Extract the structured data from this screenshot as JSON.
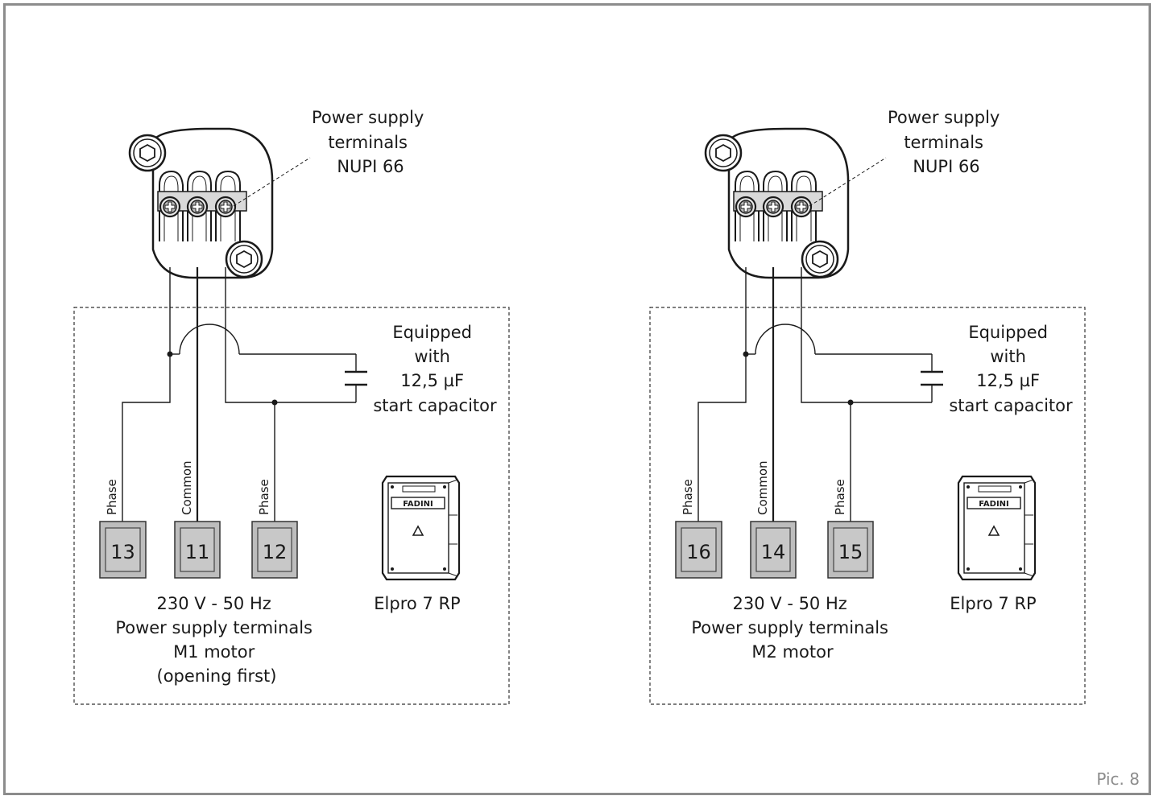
{
  "figure_label": "Pic. 8",
  "panels": [
    {
      "id": "m1",
      "nupi_label": [
        "Power supply",
        "terminals",
        "NUPI 66"
      ],
      "capacitor_label": [
        "Equipped",
        "with",
        "12,5 µF",
        "start capacitor"
      ],
      "terminals": [
        {
          "number": "13",
          "role": "Phase"
        },
        {
          "number": "11",
          "role": "Common"
        },
        {
          "number": "12",
          "role": "Phase"
        }
      ],
      "supply_label": [
        "230 V - 50 Hz",
        "Power supply terminals",
        "M1 motor",
        "(opening first)"
      ],
      "unit_label": "Elpro 7 RP",
      "unit_brand": "FADINI"
    },
    {
      "id": "m2",
      "nupi_label": [
        "Power supply",
        "terminals",
        "NUPI 66"
      ],
      "capacitor_label": [
        "Equipped",
        "with",
        "12,5 µF",
        "start capacitor"
      ],
      "terminals": [
        {
          "number": "16",
          "role": "Phase"
        },
        {
          "number": "14",
          "role": "Common"
        },
        {
          "number": "15",
          "role": "Phase"
        }
      ],
      "supply_label": [
        "230 V - 50 Hz",
        "Power supply terminals",
        "M2 motor"
      ],
      "unit_label": "Elpro 7 RP",
      "unit_brand": "FADINI"
    }
  ]
}
